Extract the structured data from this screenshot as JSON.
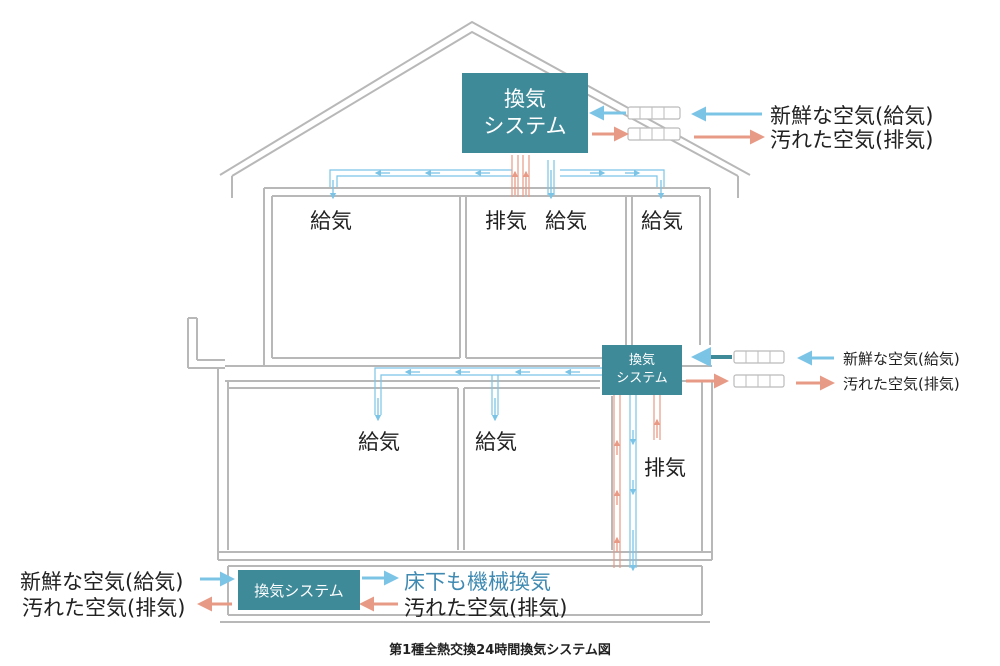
{
  "colors": {
    "supply": "#7cc4e6",
    "exhaust": "#e79b86",
    "unit": "#3f8a99",
    "wall": "#b8b8b8"
  },
  "units": {
    "attic": {
      "line1": "換気",
      "line2": "システム"
    },
    "middle": {
      "line1": "換気",
      "line2": "システム"
    },
    "floor": {
      "label": "換気システム"
    }
  },
  "labels": {
    "attic_fresh": "新鮮な空気(給気)",
    "attic_stale": "汚れた空気(排気)",
    "room2f_left_supply": "給気",
    "room2f_mid_exhaust": "排気",
    "room2f_mid_supply": "給気",
    "room2f_right_supply": "給気",
    "mid_fresh": "新鮮な空気(給気)",
    "mid_stale": "汚れた空気(排気)",
    "room1f_left_supply": "給気",
    "room1f_mid_supply": "給気",
    "room1f_right_exhaust": "排気",
    "floor_fresh_in": "新鮮な空気(給気)",
    "floor_stale_out": "汚れた空気(排気)",
    "floor_mechanical": "床下も機械換気",
    "floor_stale_in": "汚れた空気(排気)"
  },
  "caption": "第1種全熱交換24時間換気システム図"
}
